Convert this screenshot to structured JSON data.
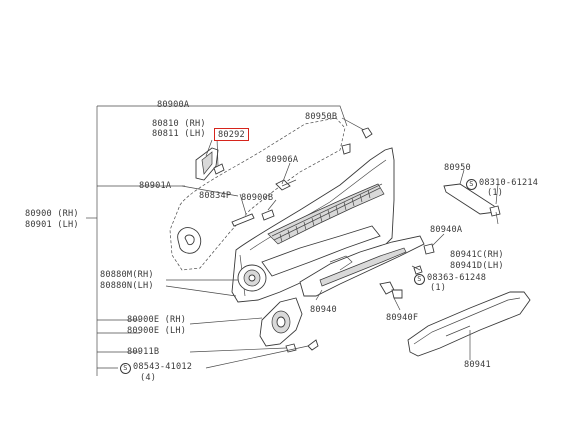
{
  "callouts": {
    "c80900A": "80900A",
    "c80810": "80810 (RH)",
    "c80811": "80811 (LH)",
    "c80292": "80292",
    "c80950B": "80950B",
    "c80906A": "80906A",
    "c80901A": "80901A",
    "c80834P": "80834P",
    "c80900B": "80900B",
    "c80900": "80900 (RH)",
    "c80901": "80901 (LH)",
    "c80950": "80950",
    "c08310": "08310-61214",
    "c08310q": "(1)",
    "c80940A": "80940A",
    "c80941C": "80941C(RH)",
    "c80941D": "80941D(LH)",
    "c08363": "08363-61248",
    "c08363q": "(1)",
    "c80880M": "80880M(RH)",
    "c80880N": "80880N(LH)",
    "c80940": "80940",
    "c80940F": "80940F",
    "c80900E": "80900E (RH)",
    "c80900E2": "80900E (LH)",
    "c80911B": "80911B",
    "c08543": "08543-41012",
    "c08543q": "(4)",
    "c80941": "80941"
  },
  "screw_symbol": "S",
  "highlight_color": "#d6241c"
}
